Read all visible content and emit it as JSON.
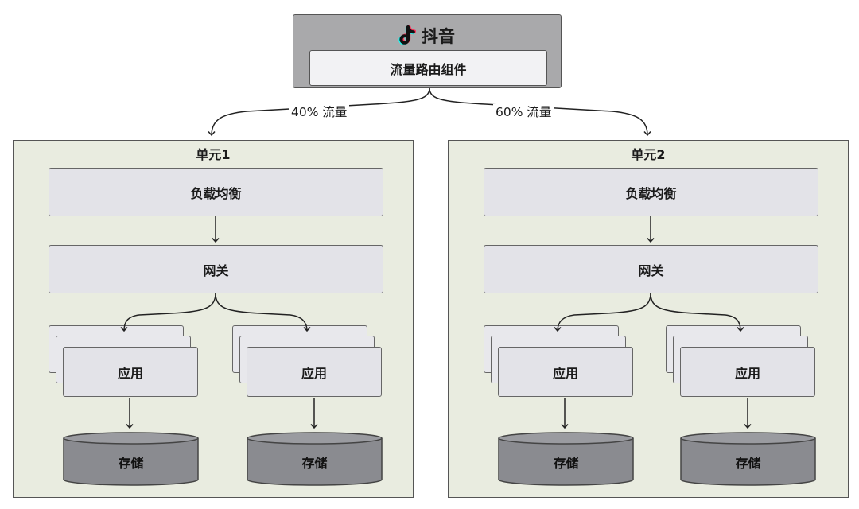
{
  "top": {
    "brand_name": "抖音",
    "router_label": "流量路由组件"
  },
  "traffic": {
    "left_label": "40% 流量",
    "right_label": "60% 流量"
  },
  "units": [
    {
      "title": "单元1",
      "lb_label": "负载均衡",
      "gateway_label": "网关",
      "app_label": "应用",
      "storage_label": "存储"
    },
    {
      "title": "单元2",
      "lb_label": "负载均衡",
      "gateway_label": "网关",
      "app_label": "应用",
      "storage_label": "存储"
    }
  ],
  "colors": {
    "unit_background": "#e9ece0",
    "storage_fill": "#8a8b90",
    "brand_header": "#a9a9ab",
    "tiktok_cyan": "#25f4ee",
    "tiktok_red": "#fe2c55"
  }
}
